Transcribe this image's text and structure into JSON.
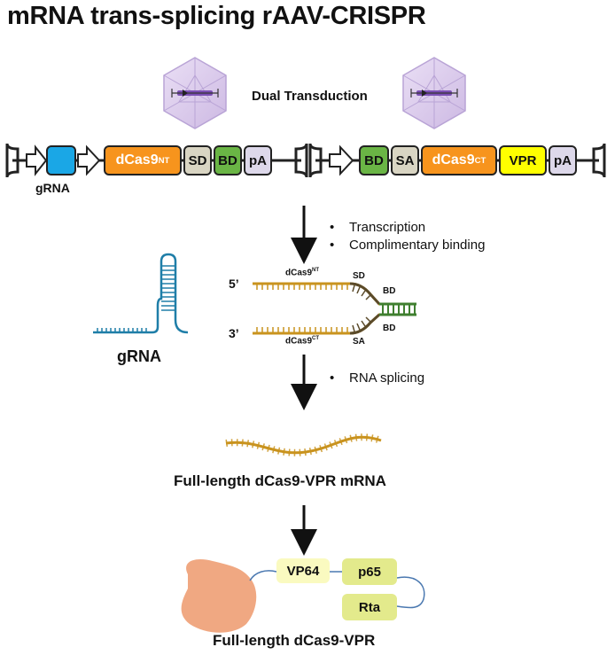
{
  "title": "mRNA trans-splicing rAAV-CRISPR",
  "dual_transduction": "Dual Transduction",
  "vector1": {
    "grna_label": "gRNA",
    "dcas_nt": "dCas9",
    "dcas_nt_sup": "NT",
    "sd": "SD",
    "bd": "BD",
    "pa": "pA"
  },
  "vector2": {
    "bd": "BD",
    "sa": "SA",
    "dcas_ct": "dCas9",
    "dcas_ct_sup": "CT",
    "vpr": "VPR",
    "pa": "pA"
  },
  "steps": {
    "transcription": "Transcription",
    "binding": "Complimentary binding",
    "splicing": "RNA splicing"
  },
  "duplex": {
    "five_prime": "5’",
    "three_prime": "3’",
    "top_label": "dCas9",
    "top_sup": "NT",
    "bottom_label": "dCas9",
    "bottom_sup": "CT",
    "sd": "SD",
    "sa": "SA",
    "bd_top": "BD",
    "bd_bottom": "BD"
  },
  "grna_caption": "gRNA",
  "mrna_caption": "Full-length dCas9-VPR mRNA",
  "protein": {
    "vp64": "VP64",
    "p65": "p65",
    "rta": "Rta",
    "caption": "Full-length dCas9-VPR"
  },
  "colors": {
    "dcas": "#f7941d",
    "sd_sa": "#d9d5c3",
    "bd": "#6ab545",
    "pa": "#ddd8ea",
    "vpr": "#ffff00",
    "grna_box": "#1aa7e6",
    "rna": "#c9931e",
    "grna_rna": "#1f7ea8",
    "capsid": "#d8c8ea",
    "protein_blob": "#f0a882",
    "vp64_fill": "#fafac0",
    "domain_fill": "#e3ea8c"
  }
}
